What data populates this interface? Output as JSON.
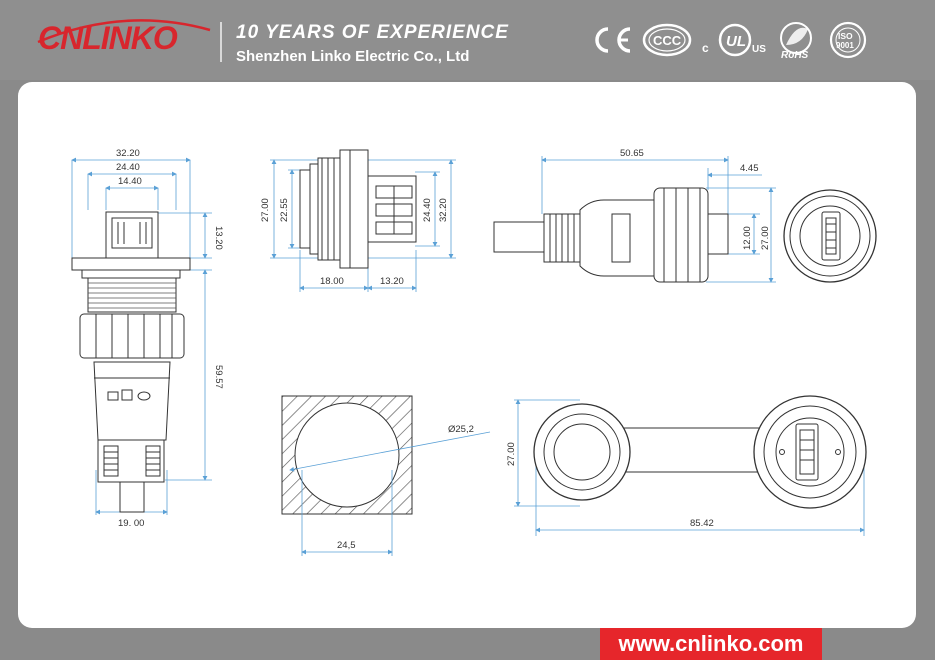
{
  "header": {
    "logo": "CNLINKO",
    "slogan": "10 YEARS OF  EXPERIENCE",
    "company": "Shenzhen Linko Electric Co., Ltd",
    "certs": [
      "CE",
      "CCC",
      "cULus",
      "RoHS",
      "ISO 9001"
    ]
  },
  "drawing": {
    "front_view": {
      "width_outer": "32.20",
      "width_mid": "24.40",
      "width_inner": "14.40",
      "top_height": "13.20",
      "total_height": "59.57",
      "bottom_width": "19. 00"
    },
    "side_view": {
      "h_27": "27.00",
      "h_2255": "22.55",
      "h_2440": "24.40",
      "h_3220": "32.20",
      "w_1800": "18.00",
      "w_1320": "13.20"
    },
    "cable_view": {
      "length": "50.65",
      "tip": "4.45",
      "h_12": "12.00",
      "h_27": "27.00"
    },
    "panel_cutout": {
      "diameter": "Ø25,2",
      "width": "24,5"
    },
    "cap_view": {
      "height": "27.00",
      "length": "85.42"
    }
  },
  "footer": {
    "website": "www.cnlinko.com"
  }
}
